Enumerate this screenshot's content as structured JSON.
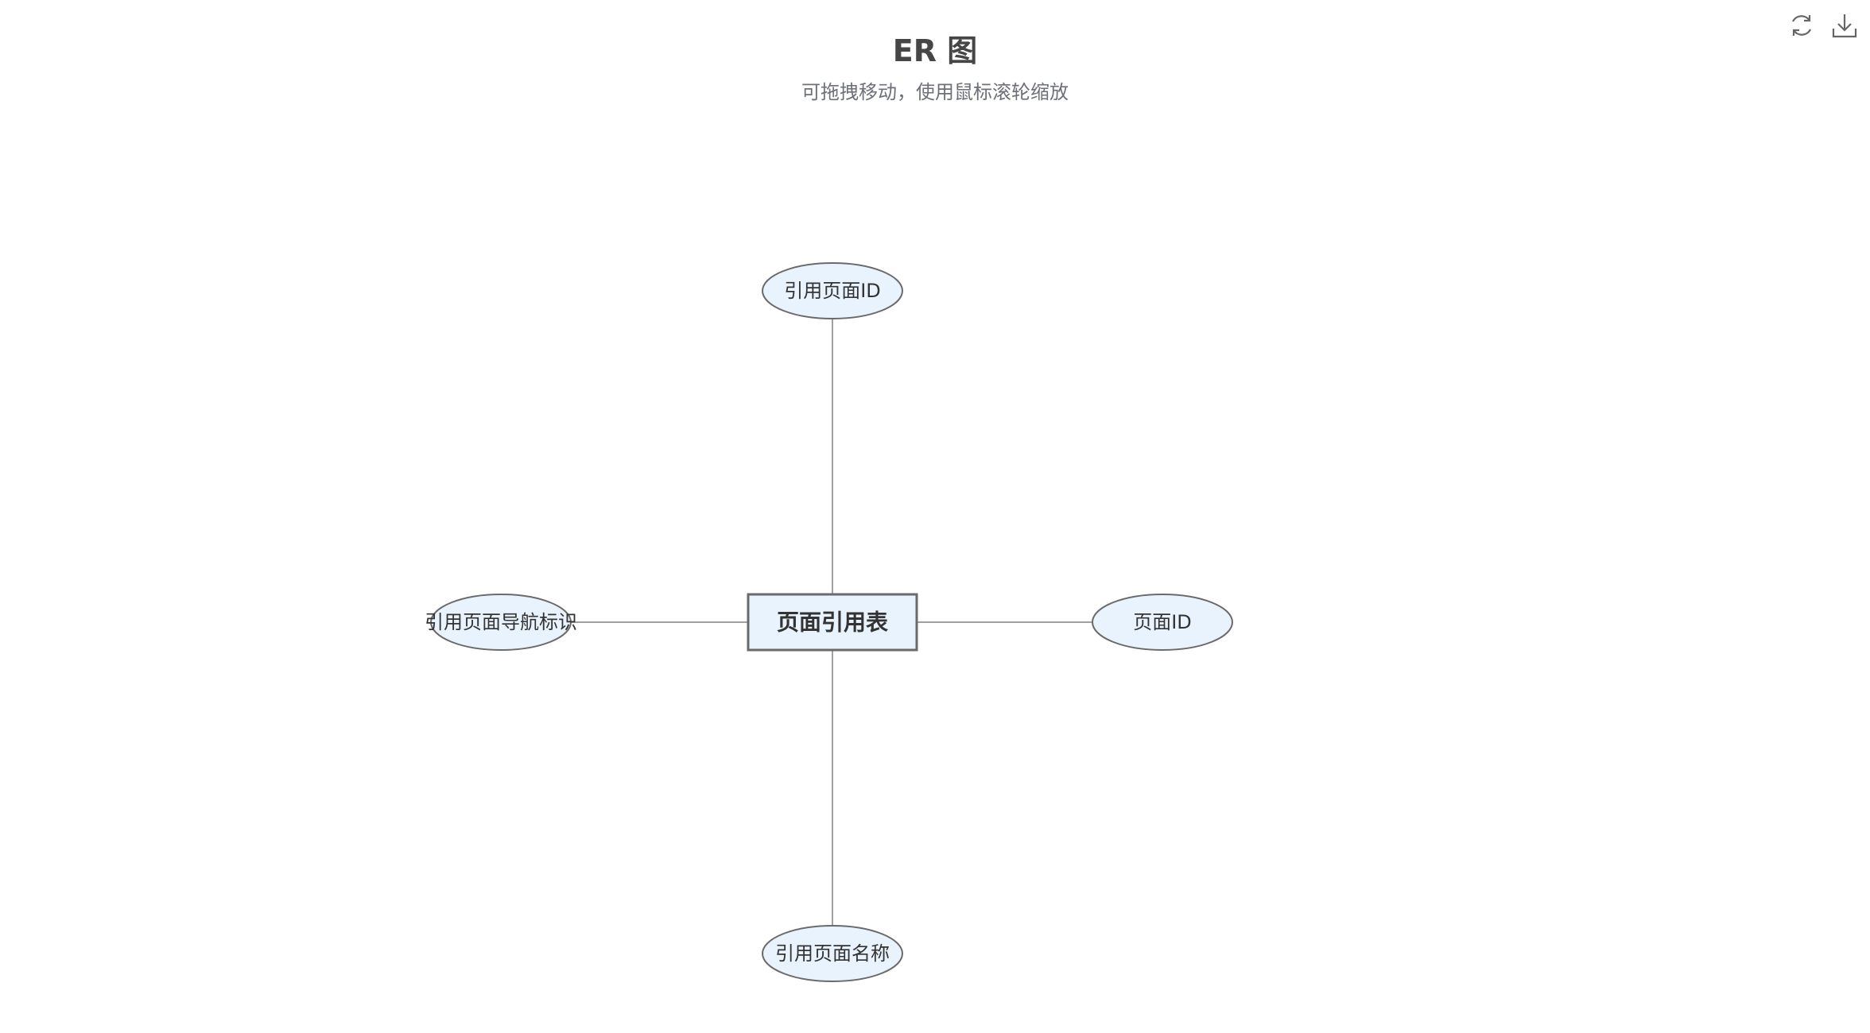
{
  "header": {
    "title": "ER 图",
    "subtitle": "可拖拽移动，使用鼠标滚轮缩放"
  },
  "toolbox": {
    "items": [
      {
        "icon": "refresh-icon"
      },
      {
        "icon": "download-icon"
      }
    ]
  },
  "diagram": {
    "entity": {
      "label": "页面引用表"
    },
    "attributes": [
      {
        "label": "引用页面ID",
        "position": "top"
      },
      {
        "label": "页面ID",
        "position": "right"
      },
      {
        "label": "引用页面名称",
        "position": "bottom"
      },
      {
        "label": "引用页面导航标识",
        "position": "left"
      }
    ]
  }
}
